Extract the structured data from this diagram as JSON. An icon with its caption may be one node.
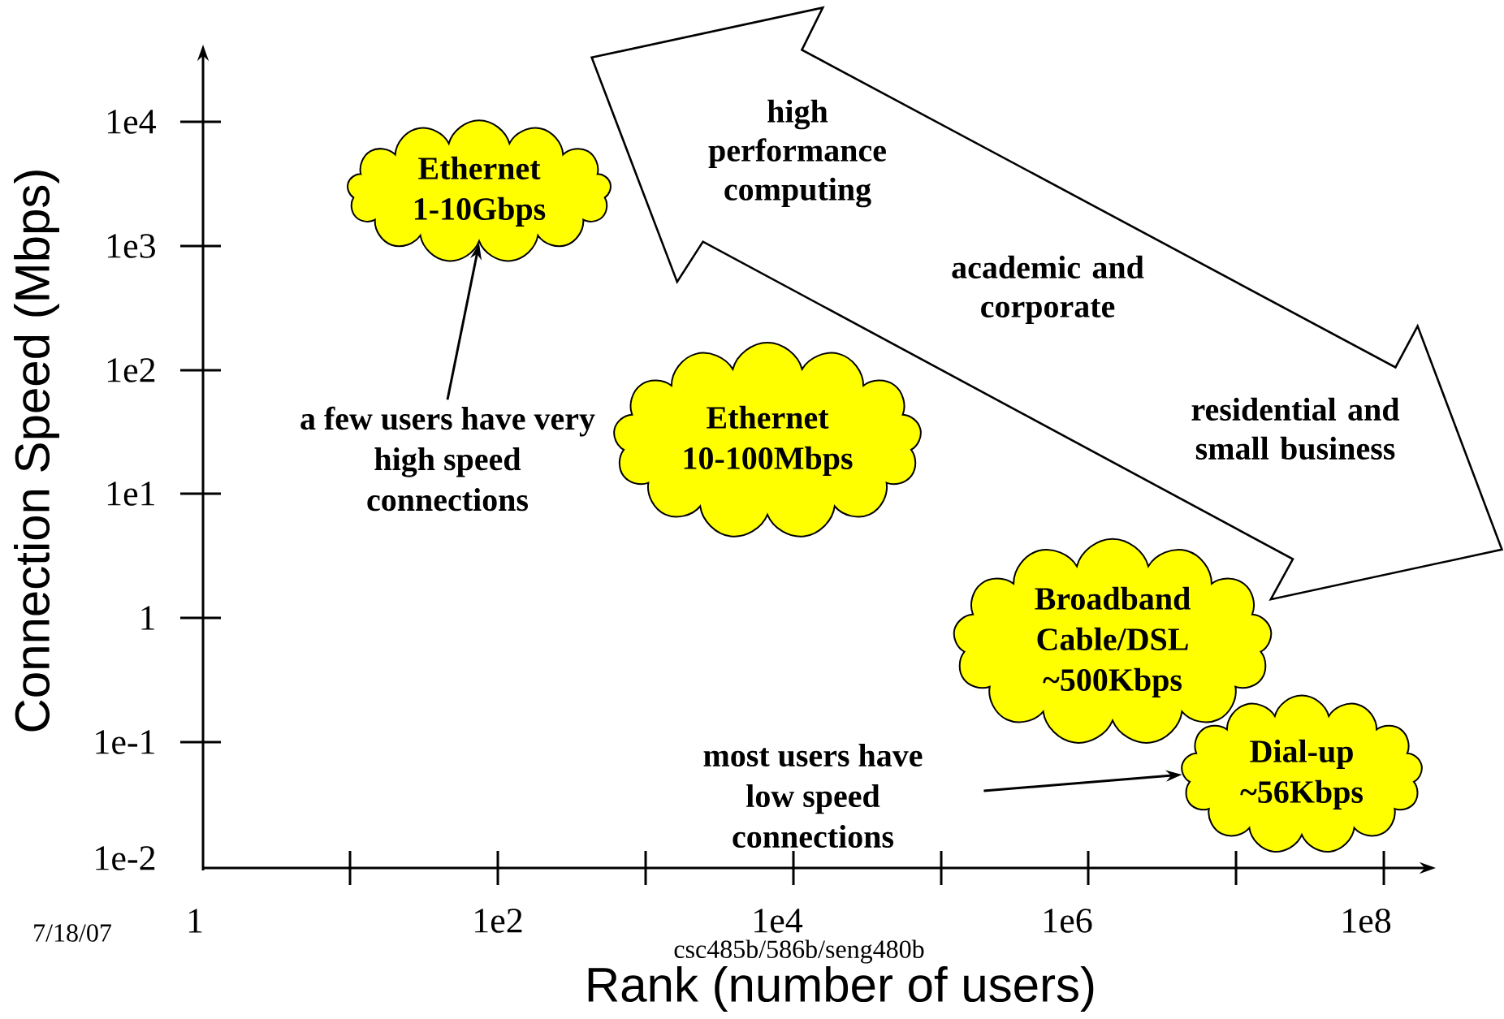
{
  "diagram": {
    "nodes": [
      {
        "text": [
          "Ethernet 1-10Gbps"
        ]
      },
      {
        "text": [
          "a few users have very high speed connections"
        ]
      },
      {
        "text": [
          "Ethernet 10-100Mbps"
        ]
      },
      {
        "text": [
          "Broadband Cable/DSL ~500Kbps"
        ]
      },
      {
        "text": [
          "Dial-up ~56Kbps"
        ]
      },
      {
        "text": [
          "most users have low speed connections"
        ]
      },
      {
        "text": [
          "high performance computing",
          "academic and corporate",
          "residential and small business"
        ]
      }
    ],
    "edges": [
      {
        "from": 1,
        "to": 0,
        "arrow": "to"
      },
      {
        "from": 5,
        "to": 4,
        "arrow": "to"
      }
    ],
    "labels": [
      "1e4",
      "1e3",
      "1e2",
      "1e1",
      "1",
      "1e-1",
      "1e-2",
      "Connection Speed (Mbps)",
      "1",
      "1e2",
      "1e4",
      "1e6",
      "1e8",
      "7/18/07",
      "csc485b/586b/seng480b",
      "Rank (number of users)"
    ]
  }
}
